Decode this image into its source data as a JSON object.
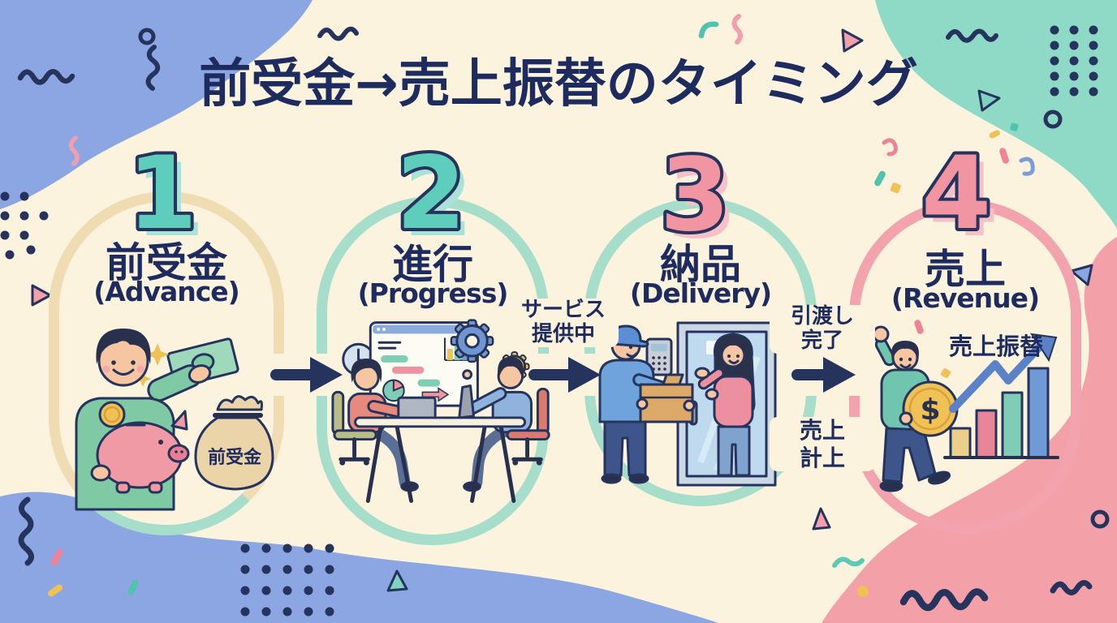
{
  "title": "前受金→売上振替のタイミング",
  "colors": {
    "background": "#FBF3DE",
    "navy_text": "#1E2B5E",
    "teal_number": "#5ECDBB",
    "pink_number": "#F295A2",
    "tan_frame": "#EFDCB2",
    "mint_frame": "#A6DECB",
    "pink_frame": "#F2A3AE",
    "periwinkle_blob": "#8CA6E4",
    "mint_blob": "#8FD9C7",
    "pink_blob": "#F4A0A8",
    "gold_accent": "#F0C155"
  },
  "steps": [
    {
      "number": "1",
      "label_jp": "前受金",
      "label_en": "(Advance)",
      "number_color": "#5ECDBB",
      "frame_color": "#EFDCB2",
      "illustration": "customer-paying-advance-with-piggy-bank-and-money-bag",
      "bag_label": "前受金"
    },
    {
      "number": "2",
      "label_jp": "進行",
      "label_en": "(Progress)",
      "number_color": "#5ECDBB",
      "frame_color": "#A6DECB",
      "illustration": "team-working-at-desk-with-project-charts-and-gears"
    },
    {
      "number": "3",
      "label_jp": "納品",
      "label_en": "(Delivery)",
      "number_color": "#F295A2",
      "frame_color": "#A6DECB",
      "illustration": "courier-handing-package-to-customer-at-door"
    },
    {
      "number": "4",
      "label_jp": "売上",
      "label_en": "(Revenue)",
      "number_color": "#F295A2",
      "frame_color": "#F2A3AE",
      "illustration": "celebrating-person-with-coin-and-rising-bar-chart",
      "chart_label": "売上振替"
    }
  ],
  "transitions": [
    {
      "from_step": "1",
      "to_step": "2"
    },
    {
      "from_step": "2",
      "to_step": "3",
      "label_above": [
        "サービス",
        "提供中"
      ]
    },
    {
      "from_step": "3",
      "to_step": "4",
      "label_above": [
        "引渡し",
        "完了"
      ],
      "label_below": [
        "売上",
        "計上"
      ]
    }
  ],
  "annotations": {
    "coin_symbol": "$"
  }
}
